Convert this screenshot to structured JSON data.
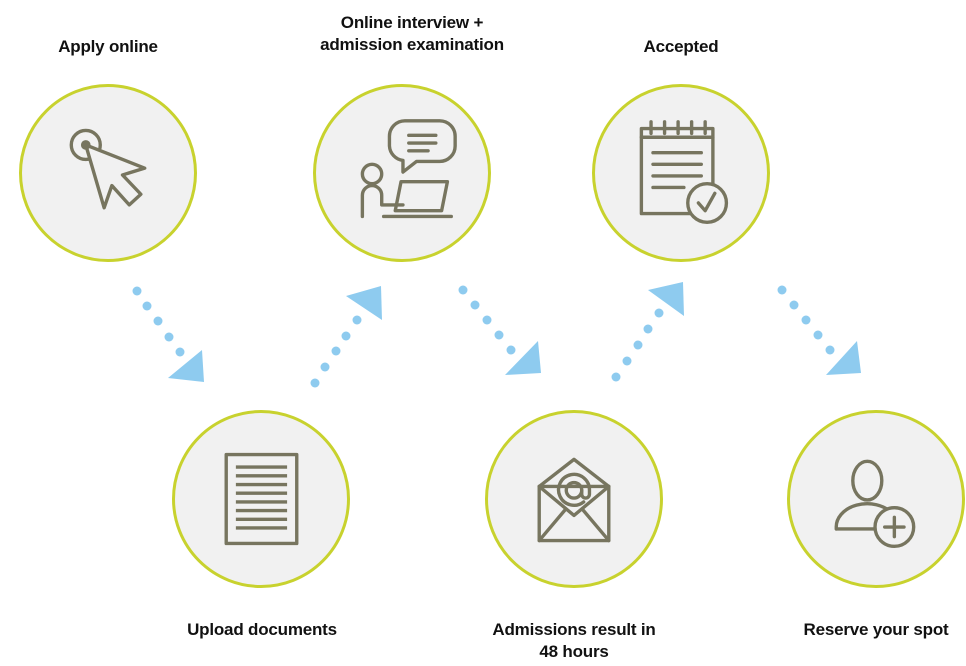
{
  "steps": [
    {
      "label_line1": "Apply online",
      "label_line2": "",
      "icon": "cursor-click-icon"
    },
    {
      "label_line1": "Upload documents",
      "label_line2": "",
      "icon": "document-icon"
    },
    {
      "label_line1": "Online interview +",
      "label_line2": "admission examination",
      "icon": "interview-laptop-icon"
    },
    {
      "label_line1": "Admissions result in",
      "label_line2": "48 hours",
      "icon": "email-envelope-icon"
    },
    {
      "label_line1": "Accepted",
      "label_line2": "",
      "icon": "notepad-check-icon"
    },
    {
      "label_line1": "Reserve your spot",
      "label_line2": "",
      "icon": "add-user-icon"
    }
  ],
  "colors": {
    "circle_border": "#c8d22e",
    "circle_fill": "#f1f1f1",
    "icon_stroke": "#77755f",
    "connector": "#8ecbef",
    "label_text": "#111111"
  }
}
